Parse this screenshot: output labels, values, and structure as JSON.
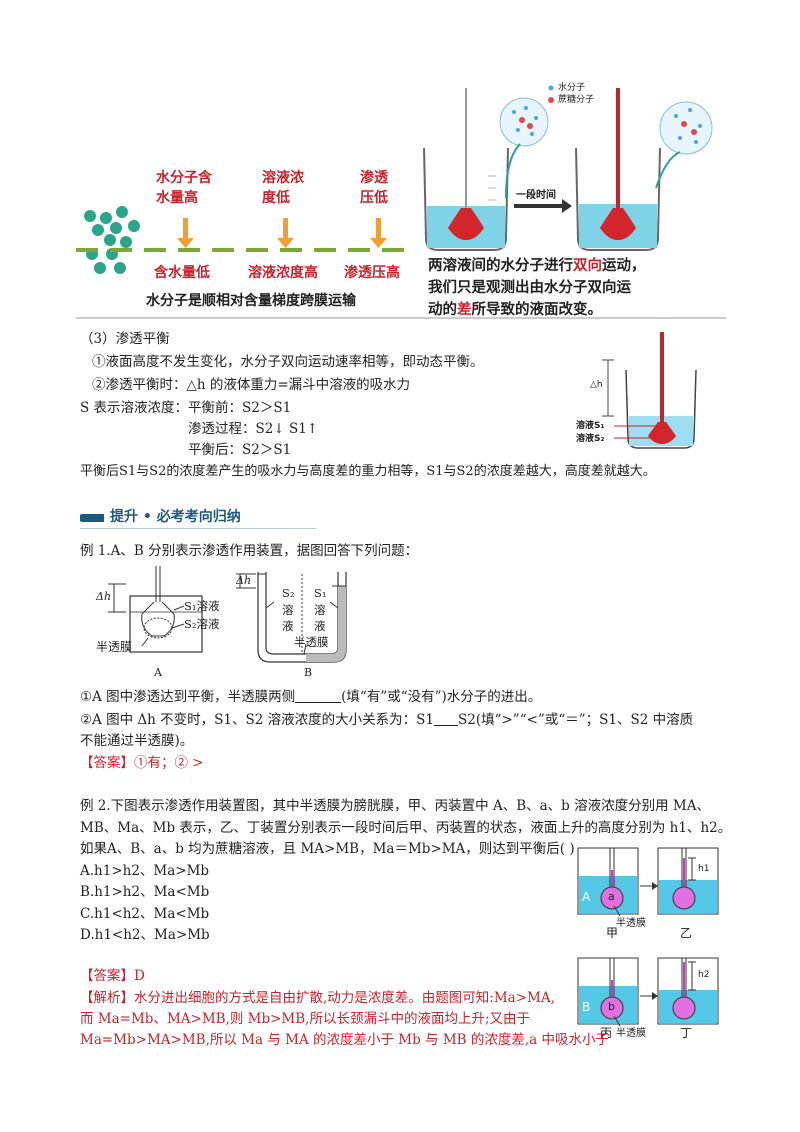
{
  "top_figure": {
    "col1_top": "水分子含\n水量高",
    "col1_bottom": "含水量低",
    "col2_top": "溶液浓\n度低",
    "col2_bottom": "溶液浓度高",
    "col3_top": "渗透\n压低",
    "col3_bottom": "渗透压高",
    "caption_left": "水分子是顺相对含量梯度跨膜运输",
    "legend_water": "水分子",
    "legend_sucrose": "蔗糖分子",
    "arrow_label": "一段时间",
    "caption_right_1": "两溶液间的水分子进行",
    "caption_right_1_red": "双向",
    "caption_right_1_end": "运动，",
    "caption_right_2": "我们只是观测出由水分子双向运",
    "caption_right_3_a": "动的",
    "caption_right_3_red": "差",
    "caption_right_3_b": "所导致的液面改变。"
  },
  "section3": {
    "title": "（3）渗透平衡",
    "p1": "①液面高度不发生变化，水分子双向运动速率相等，即动态平衡。",
    "p2": "②渗透平衡时：△h 的液体重力=漏斗中溶液的吸水力",
    "p3": "S 表示溶液浓度：平衡前：S2＞S1",
    "p4": "渗透过程：S2↓    S1↑",
    "p5": "平衡后：S2＞S1",
    "p6": "平衡后S1与S2的浓度差产生的吸水力与高度差的重力相等，S1与S2的浓度差越大，高度差就越大。",
    "fig_dh": "△h",
    "fig_s1": "溶液S₁",
    "fig_s2": "溶液S₂"
  },
  "banner": {
    "title": "提升 • 必考考向归纳"
  },
  "ex1": {
    "q": "例 1.A、B 分别表示渗透作用装置，据图回答下列问题：",
    "a_dh": "Δh",
    "a_s1": "S₁溶液",
    "a_s2": "S₂溶液",
    "a_membrane": "半透膜",
    "a_label": "A",
    "b_dh": "Δh",
    "b_s2": "S₂",
    "b_s1": "S₁",
    "b_rong": "溶",
    "b_ye": "液",
    "b_membrane": "半透膜",
    "b_label": "B",
    "l1a": "①A 图中渗透达到平衡，半透膜两侧",
    "l1b": "(填“有”或“没有”)水分子的进出。",
    "l2a": "②A 图中 Δh 不变时，S1、S2 溶液浓度的大小关系为：S1",
    "l2b": "S2(填“>”“<”或“＝”；S1、S2 中溶质",
    "l3": "不能通过半透膜)。",
    "answer_tag": "【答案】",
    "answer": "①有；② >"
  },
  "ex2": {
    "l1": "例 2.下图表示渗透作用装置图，其中半透膜为膀胱膜，甲、丙装置中 A、B、a、b 溶液浓度分别用 MA、",
    "l2": "MB、Ma、Mb 表示，乙、丁装置分别表示一段时间后甲、丙装置的状态，液面上升的高度分别为 h1、h2。",
    "l3": "如果A、B、a、b 均为蔗糖溶液，且 MA>MB，Ma＝Mb>MA，则达到平衡后(      )",
    "opts": [
      "A.h1>h2、Ma>Mb",
      "B.h1>h2、Ma<Mb",
      "C.h1<h2、Ma<Mb",
      "D.h1<h2、Ma>Mb"
    ],
    "answer_tag": "【答案】",
    "answer": "D",
    "analysis_tag": "【解析】",
    "an1": "水分进出细胞的方式是自由扩散,动力是浓度差。由题图可知:Ma>MA,",
    "an2": "而 Ma=Mb、MA>MB,则 Mb>MB,所以长颈漏斗中的液面均上升;又由于",
    "an3": "Ma=Mb>MA>MB,所以 Ma 与 MA 的浓度差小于 Mb 与 MB 的浓度差,a 中吸水小于",
    "fig_A": "A",
    "fig_a": "a",
    "fig_B": "B",
    "fig_b": "b",
    "fig_membrane": "半透膜",
    "fig_jia": "甲",
    "fig_yi": "乙",
    "fig_bing": "丙",
    "fig_ding": "丁",
    "fig_h1": "h1",
    "fig_h2": "h2"
  }
}
